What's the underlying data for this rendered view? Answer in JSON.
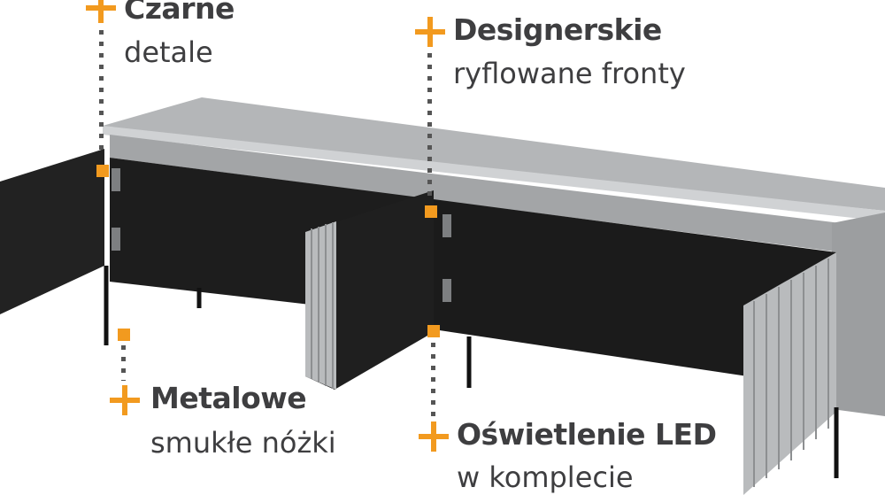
{
  "features": [
    {
      "title": "Czarne",
      "subtitle": "detale"
    },
    {
      "title": "Designerskie",
      "subtitle": "ryflowane fronty"
    },
    {
      "title": "Metalowe",
      "subtitle": "smukłe nóżki"
    },
    {
      "title": "Oświetlenie LED",
      "subtitle": "w komplecie"
    }
  ],
  "colors": {
    "accent": "#f29a1f",
    "text": "#3e3e40",
    "body": "#a9abad",
    "interior": "#1c1c1c"
  }
}
